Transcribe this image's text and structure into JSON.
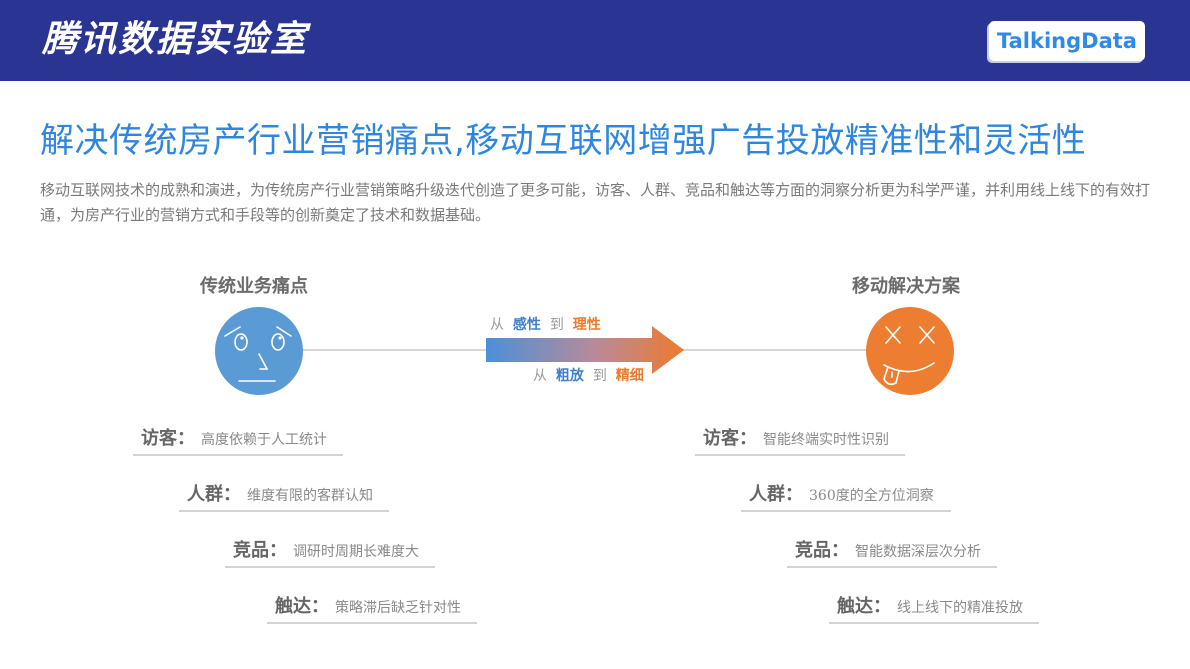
{
  "header": {
    "title": "腾讯数据实验室",
    "logo_text": "TalkingData",
    "bg_color": "#2a3493"
  },
  "page": {
    "title": "解决传统房产行业营销痛点,移动互联网增强广告投放精准性和灵活性",
    "description": "移动互联网技术的成熟和演进，为传统房产行业营销策略升级迭代创造了更多可能，访客、人群、竞品和触达等方面的洞察分析更为科学严谨，并利用线上线下的有效打通，为房产行业的营销方式和手段等的创新奠定了技术和数据基础。",
    "title_color": "#2e86de"
  },
  "left": {
    "heading": "传统业务痛点",
    "face_icon": "worried-face-icon",
    "face_color": "#5b9bd5",
    "items": [
      {
        "key": "访客：",
        "value": "高度依赖于人工统计"
      },
      {
        "key": "人群：",
        "value": "维度有限的客群认知"
      },
      {
        "key": "竞品：",
        "value": "调研时周期长难度大"
      },
      {
        "key": "触达：",
        "value": "策略滞后缺乏针对性"
      }
    ]
  },
  "right": {
    "heading": "移动解决方案",
    "face_icon": "playful-tongue-face-icon",
    "face_color": "#ed7d31",
    "items": [
      {
        "key": "访客：",
        "value": "智能终端实时性识别"
      },
      {
        "key": "人群：",
        "value": "360度的全方位洞察"
      },
      {
        "key": "竞品：",
        "value": "智能数据深层次分析"
      },
      {
        "key": "触达：",
        "value": "线上线下的精准投放"
      }
    ]
  },
  "arrow": {
    "icon": "gradient-arrow-right-icon",
    "top_label": {
      "from_word": "从",
      "a": "感性",
      "to_word": "到",
      "b": "理性"
    },
    "bottom_label": {
      "from_word": "从",
      "a": "粗放",
      "to_word": "到",
      "b": "精细"
    },
    "gradient_start": "#4a90d9",
    "gradient_end": "#ee7a2e"
  }
}
